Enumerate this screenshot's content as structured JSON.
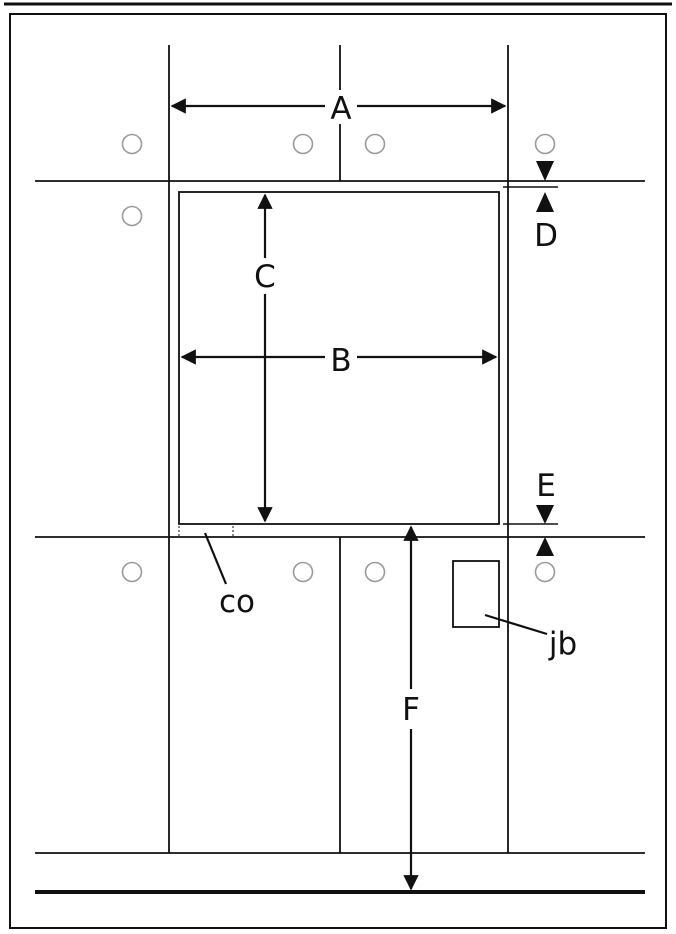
{
  "labels": {
    "a": "A",
    "b": "B",
    "c": "C",
    "d": "D",
    "e": "E",
    "f": "F",
    "co": "co",
    "jb": "jb"
  },
  "colors": {
    "line": "#111111",
    "hole": "#9a9a9a",
    "background": "#ffffff"
  }
}
